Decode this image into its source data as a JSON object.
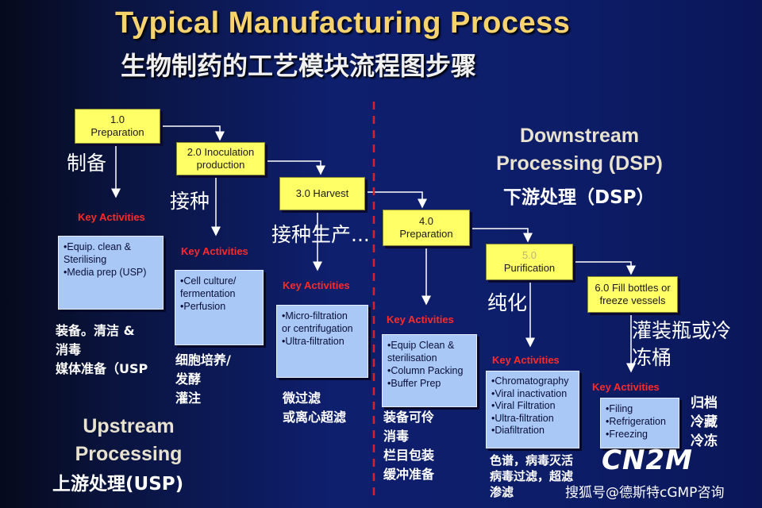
{
  "title": "Typical Manufacturing Process",
  "subtitle": "生物制药的工艺模块流程图步骤",
  "steps": [
    {
      "num": "1.0",
      "name": "Preparation",
      "cn": "制备"
    },
    {
      "num": "2.0 Inoculation",
      "name": "production",
      "cn": "接种"
    },
    {
      "num": "3.0 Harvest",
      "name": "",
      "cn": "接种生产..."
    },
    {
      "num": "4.0",
      "name": "Preparation",
      "cn": ""
    },
    {
      "num": "5.0",
      "name": "Purification",
      "cn": "纯化"
    },
    {
      "num": "6.0 Fill bottles or",
      "name": "freeze vessels",
      "cn": "灌装瓶或冷冻桶"
    }
  ],
  "key_activities_label": "Key Activities",
  "activities": [
    {
      "items": [
        "•Equip. clean &",
        "Sterilising",
        "•Media prep (USP)"
      ],
      "cn": [
        "装备。清洁 &",
        "消毒",
        "媒体准备（USP"
      ]
    },
    {
      "items": [
        "•Cell culture/",
        "fermentation",
        "•Perfusion"
      ],
      "cn": [
        "细胞培养/",
        "发酵",
        "灌注"
      ]
    },
    {
      "items": [
        "•Micro-filtration",
        "or centrifugation",
        "•Ultra-filtration"
      ],
      "cn": [
        "微过滤",
        "或离心超滤"
      ]
    },
    {
      "items": [
        "•Equip Clean &",
        "sterilisation",
        "•Column Packing",
        "•Buffer Prep"
      ],
      "cn": [
        "装备可伶",
        "消毒",
        "栏目包装",
        "缓冲准备"
      ]
    },
    {
      "items": [
        "•Chromatography",
        "•Viral inactivation",
        "•Viral Filtration",
        "•Ultra-filtration",
        "•Diafiltration"
      ],
      "cn": [
        "色谱，病毒灭活",
        "病毒过滤，超滤",
        "渗滤"
      ]
    },
    {
      "items": [
        "•Filing",
        "•Refrigeration",
        "•Freezing"
      ],
      "cn": [
        "归档",
        "冷藏",
        "冷冻"
      ]
    }
  ],
  "upstream": {
    "line1": "Upstream",
    "line2": "Processing",
    "cn": "上游处理(USP)"
  },
  "downstream": {
    "line1": "Downstream",
    "line2": "Processing (DSP)",
    "cn": "下游处理（DSP）"
  },
  "logo": "CN2M",
  "watermark": "搜狐号@德斯特cGMP咨询",
  "colors": {
    "title": "#f6d36f",
    "step_box": "#ffff66",
    "activity_box": "#a9c8f5",
    "key_activities": "#ff2a2a",
    "divider": "#e02020"
  }
}
